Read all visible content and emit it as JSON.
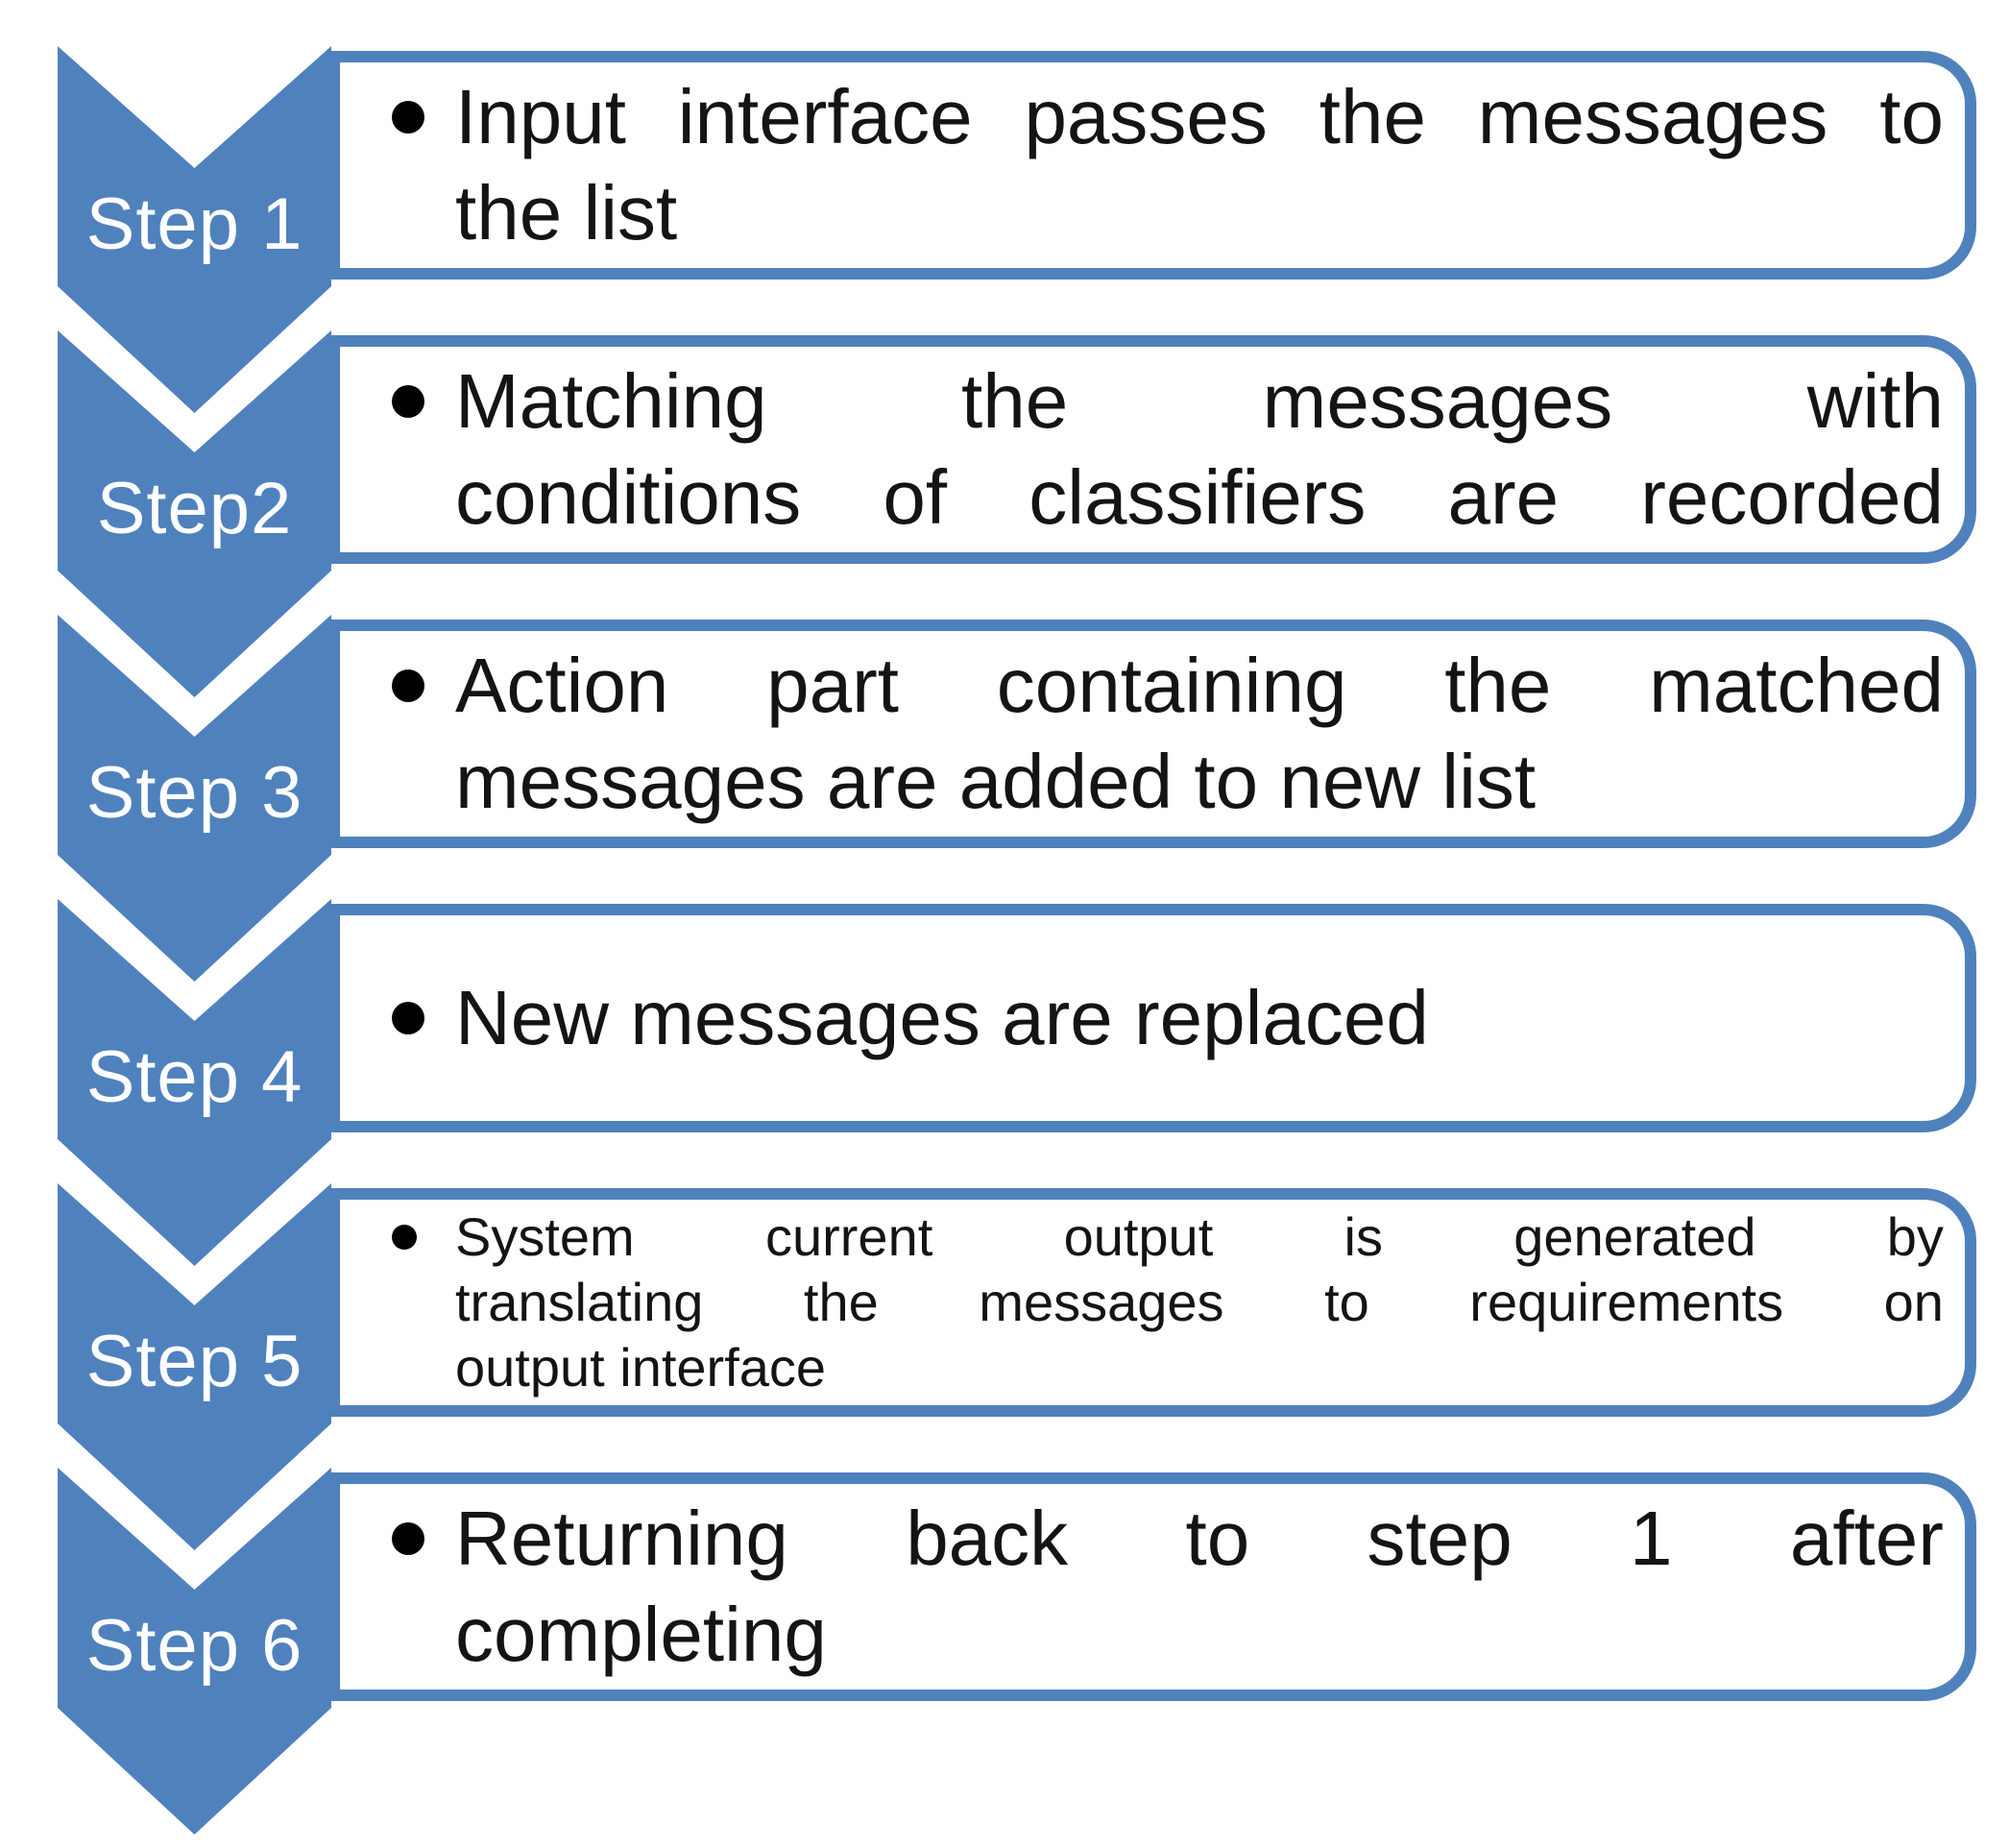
{
  "diagram": {
    "type": "vertical-chevron-process",
    "colors": {
      "accent": "#4f81bd",
      "box_border": "#4f81bd",
      "box_fill": "#ffffff",
      "label_text": "#ffffff",
      "body_text": "#141414",
      "bullet": "#000000",
      "background": "#ffffff"
    },
    "icons": {
      "bullet": "filled-circle",
      "chevron": "downward-chevron-arrow"
    },
    "steps": [
      {
        "label": "Step 1",
        "bullet_lines": [
          {
            "text": "Input interface passes the messages to",
            "justified": true
          },
          {
            "text": "the list",
            "justified": false
          }
        ]
      },
      {
        "label": "Step2",
        "bullet_lines": [
          {
            "text": "Matching the messages with",
            "justified": true
          },
          {
            "text": "conditions of classifiers are recorded",
            "justified": true
          }
        ]
      },
      {
        "label": "Step 3",
        "bullet_lines": [
          {
            "text": "Action part containing the matched",
            "justified": true
          },
          {
            "text": "messages are added to new list",
            "justified": false
          }
        ]
      },
      {
        "label": "Step 4",
        "bullet_lines": [
          {
            "text": "New messages are replaced",
            "justified": false
          }
        ]
      },
      {
        "label": "Step 5",
        "bullet_lines": [
          {
            "text": "System current output is generated by",
            "justified": true
          },
          {
            "text": "translating the messages to requirements on",
            "justified": true
          },
          {
            "text": "output interface",
            "justified": false
          }
        ]
      },
      {
        "label": "Step 6",
        "bullet_lines": [
          {
            "text": "Returning back to step 1 after",
            "justified": true
          },
          {
            "text": "completing",
            "justified": false
          }
        ]
      }
    ]
  }
}
